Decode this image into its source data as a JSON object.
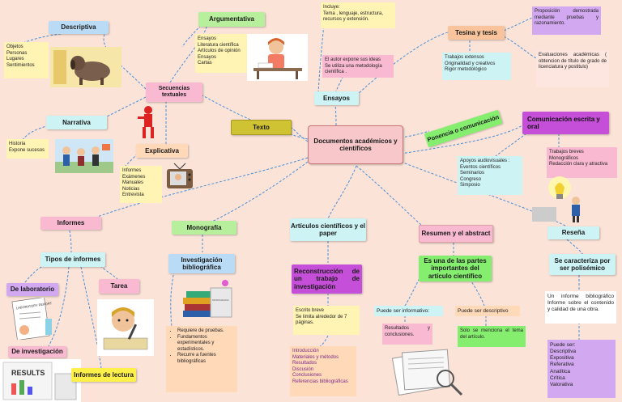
{
  "central": "Documentos académicos  y científicos",
  "nodes": {
    "descriptiva": "Descriptiva",
    "argumentativa": "Argumentativa",
    "secuencias": "Secuencias textuales",
    "narrativa": "Narrativa",
    "explicativa": "Explicativa",
    "texto": "Texto",
    "ensayos": "Ensayos",
    "tesina": "Tesina y tesis",
    "ponencia": "Ponencia o comunicación",
    "comunicacion": "Comunicación escrita y oral",
    "informes": "Informes",
    "tipos_informes": "Tipos de informes",
    "de_laboratorio": "De  laboratorio",
    "tarea": "Tarea",
    "de_investigacion": "De investigación",
    "informes_lectura": "Informes de lectura",
    "monografia": "Monografía",
    "investigacion_bib": "Investigación bibliográfica",
    "articulos": "Artículos científicos y el paper",
    "reconstruccion": "Reconstrucción de un trabajo de investigación",
    "resumen": "Resumen y el abstract",
    "es_una": "Es una de las partes importantes del artículo científico",
    "resena": "Reseña",
    "polisemico": "Se caracteriza por ser polisémico"
  },
  "texts": {
    "descriptiva": "Objetos\nPersonas\nLugares\nSentimientos",
    "argumentativa": "Ensayos\nLiteratura científica\nArtículos de opinión\nEnsayos\nCartas",
    "narrativa": "Historia\nExpone sucesos",
    "explicativa": "Informes\nExámenes\nManuales\nNoticias\nEntrevista",
    "incluye": "Incluye:\nTema , lenguaje, estructura, recursos y extensión.",
    "autor": "El autor expone sus ideas\nSe utiliza una metodología científica .",
    "proposicion": "Proposición demostrada mediante pruebas y razonamiento.",
    "trabajos_extensos": "Trabajos extensos\nOriginalidad y creativos\nRigor metodológico",
    "evaluaciones": "Evaluaciones académicas ( obtencion de título de grado de licenciatura y postitulo)",
    "trabajos_breves": "Trabajos breves\nMonográficos\nRedacción clara y atractiva",
    "apoyos": "Apoyos audiovisuales :\nEventos científicos\nSeminarios\nCongreso\nSimposio",
    "escrito_breve": "Escrito breve\nSe limita alrededor de 7 páginas.",
    "introduccion": "Introducción\nMateriales y métodos\nResultados\nDiscusión\nConclusiones\nReferencias bibliográficas",
    "informativo": "Puede ser informativo:",
    "descriptivo": "Puede ser descriptivo",
    "resultados": "Resultados y conclusiones.",
    "solo": "Solo se menciona el tema del artículo.",
    "un_informe": "Un informe bibliográfico Informe sobre el contenido y calidad de una obra.",
    "puede_ser": "Puede ser:\nDescriptiva\nExpositiva\nReferativa\nAnalítica\nCrítica\nValorativa"
  },
  "monografia_list": [
    "Requiere de pruebas.",
    "Fundamentos experimentales y estadísticos.",
    "Recurre a fuentes bibliográficas"
  ],
  "illustration_labels": {
    "lab_report": "LABORATORY REPORT",
    "results": "RESULTS",
    "doc": "MONOGRAFIA"
  },
  "colors": {
    "background": "#fbe3d8",
    "central": "#f7c7c9",
    "pink": "#f9b9d0",
    "cyan": "#cdf3f5",
    "yellow": "#fff4b3",
    "green": "#86ee6f",
    "purple": "#d2a8f0",
    "olive": "#cfc233",
    "connector": "#4a8ed6"
  }
}
